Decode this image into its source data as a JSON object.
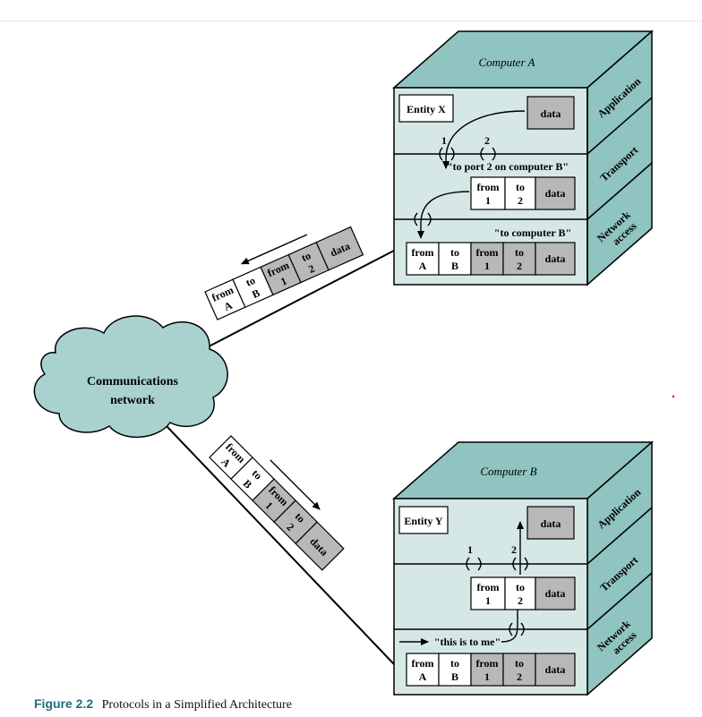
{
  "computer_a": {
    "title": "Computer A",
    "layers": [
      "Application",
      "Transport",
      "Network",
      "access"
    ],
    "entity": "Entity X",
    "data": "data",
    "port1": "1",
    "port2": "2",
    "transport_label": "\"to port 2 on computer B\"",
    "tcp_from": "from",
    "tcp_from_val": "1",
    "tcp_to": "to",
    "tcp_to_val": "2",
    "network_label": "\"to computer B\"",
    "net_from": "from",
    "net_from_val": "A",
    "net_to": "to",
    "net_to_val": "B"
  },
  "computer_b": {
    "title": "Computer B",
    "layers": [
      "Application",
      "Transport",
      "Network",
      "access"
    ],
    "entity": "Entity Y",
    "data": "data",
    "port1": "1",
    "port2": "2",
    "network_label": "\"this is to me\"",
    "tcp_from": "from",
    "tcp_from_val": "1",
    "tcp_to": "to",
    "tcp_to_val": "2",
    "net_from": "from",
    "net_from_val": "A",
    "net_to": "to",
    "net_to_val": "B"
  },
  "network": {
    "line1": "Communications",
    "line2": "network"
  },
  "packet_upper": [
    "from",
    "A",
    "to",
    "B",
    "from",
    "1",
    "to",
    "2",
    "data"
  ],
  "packet_lower": [
    "from",
    "A",
    "to",
    "B",
    "from",
    "1",
    "to",
    "2",
    "data"
  ],
  "caption": {
    "number": "Figure 2.2",
    "text": "Protocols in a Simplified Architecture"
  },
  "colors": {
    "teal_dark": "#8fc4c0",
    "teal_light": "#d5e8e6",
    "gray_box": "#b8b8b8",
    "caption_num": "#1f6f7a"
  }
}
